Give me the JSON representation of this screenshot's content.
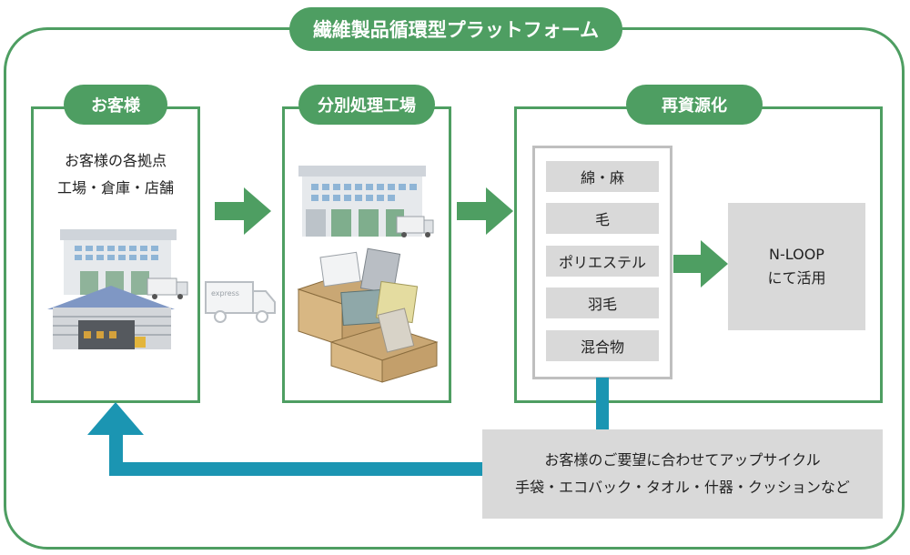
{
  "platform": {
    "title": "繊維製品循環型プラットフォーム"
  },
  "customer": {
    "label": "お客様",
    "desc_line1": "お客様の各拠点",
    "desc_line2": "工場・倉庫・店舗"
  },
  "factory": {
    "label": "分別処理工場"
  },
  "truck": {
    "badge": "express"
  },
  "recycle": {
    "label": "再資源化",
    "categories": [
      "綿・麻",
      "毛",
      "ポリエステル",
      "羽毛",
      "混合物"
    ],
    "nloop_line1": "N-LOOP",
    "nloop_line2": "にて活用"
  },
  "products": {
    "line1": "お客様のご要望に合わせてアップサイクル",
    "line2": "手袋・エコバック・タオル・什器・クッションなど"
  },
  "colors": {
    "green": "#4e9e62",
    "teal": "#1b95b2",
    "gray_box": "#d9d9d9"
  }
}
